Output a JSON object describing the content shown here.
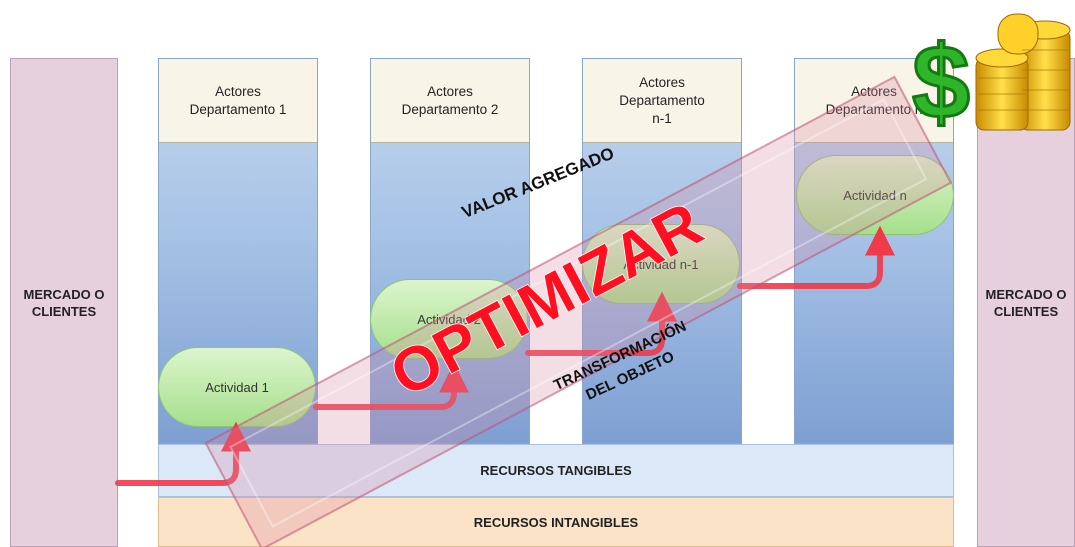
{
  "market": {
    "left_label": "MERCADO O\nCLIENTES",
    "right_label": "MERCADO O\nCLIENTES"
  },
  "lanes": [
    {
      "header": "Actores\nDepartamento 1",
      "activity": "Actividad 1"
    },
    {
      "header": "Actores\nDepartamento 2",
      "activity": "Actividad 2"
    },
    {
      "header": "Actores\nDepartamento\nn-1",
      "activity": "Actividad n-1"
    },
    {
      "header": "Actores\nDepartamento n",
      "activity": "Actividad n"
    }
  ],
  "resources": {
    "tangible": "RECURSOS TANGIBLES",
    "intangible": "RECURSOS INTANGIBLES"
  },
  "overlay": {
    "optimize": "OPTIMIZAR",
    "value_added": "VALOR AGREGADO",
    "transformation_line1": "TRANSFORMACIÓN",
    "transformation_line2": "DEL OBJETO"
  },
  "colors": {
    "flow_arrow": "#f03a4a",
    "optimize_text": "#ff0f1f",
    "activity_fill": "#b9e8a3",
    "lane_fill": "#a7c3e6"
  },
  "icons": [
    "dollar-sign-icon",
    "gold-coins-icon"
  ]
}
